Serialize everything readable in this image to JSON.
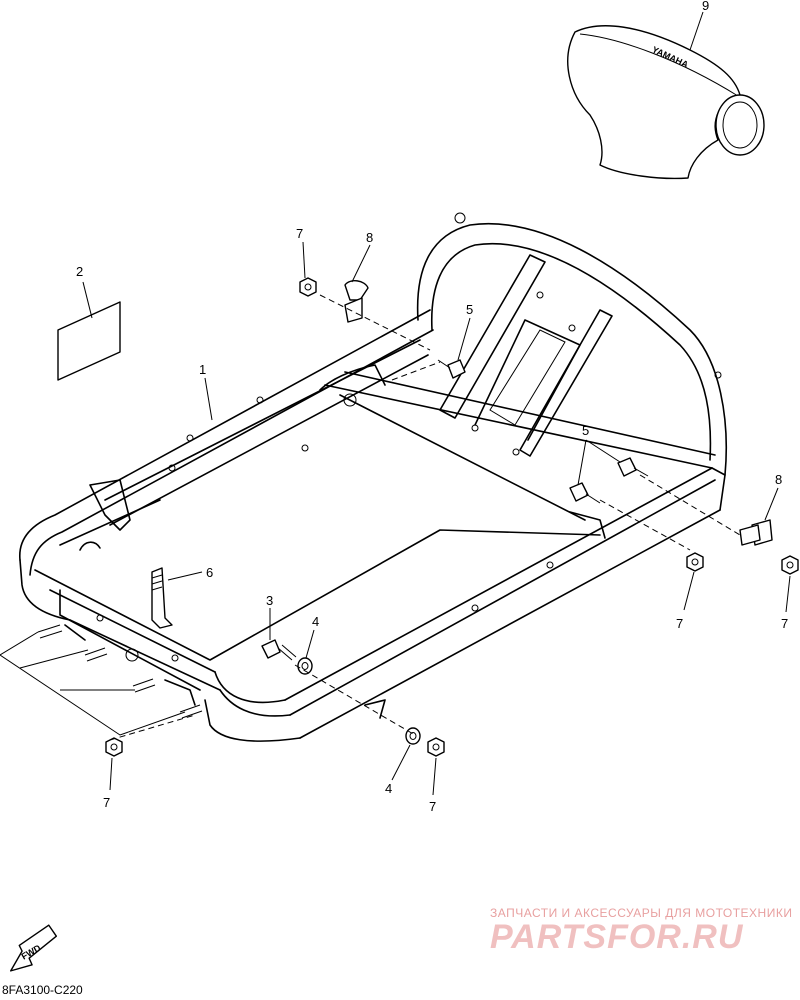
{
  "callouts": {
    "c1": "1",
    "c2": "2",
    "c3": "3",
    "c4a": "4",
    "c4b": "4",
    "c5a": "5",
    "c5b": "5",
    "c6": "6",
    "c7a": "7",
    "c7b": "7",
    "c7c": "7",
    "c7d": "7",
    "c7e": "7",
    "c8a": "8",
    "c8b": "8",
    "c9": "9"
  },
  "drawing_ref": "8FA3100-C220",
  "fwd_label": "FWD",
  "brand_mark": "YAMAHA",
  "watermark": {
    "tagline": "ЗАПЧАСТИ И АКСЕССУАРЫ ДЛЯ МОТОТЕХНИКИ",
    "brand": "PARTSFOR.RU"
  }
}
